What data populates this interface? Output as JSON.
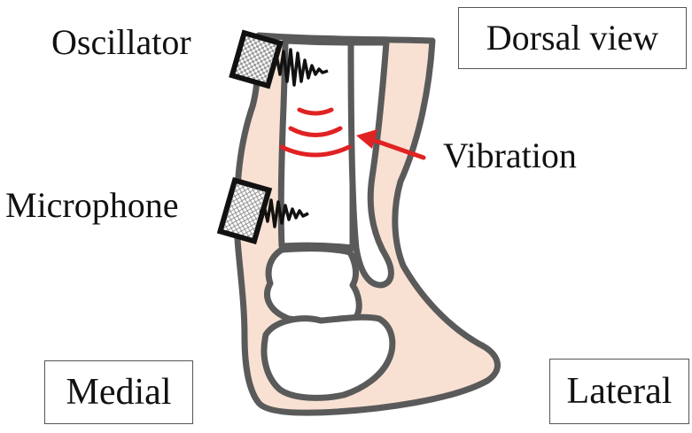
{
  "labels": {
    "oscillator": "Oscillator",
    "microphone": "Microphone",
    "vibration": "Vibration",
    "dorsal_view": "Dorsal view",
    "medial": "Medial",
    "lateral": "Lateral"
  },
  "colors": {
    "skin": "#f8e1d3",
    "bone_outline": "#5a5a5a",
    "vibration": "#e12222",
    "sensor_frame": "#111111"
  },
  "icons": {
    "oscillator": "oscillator-sensor-icon",
    "microphone": "microphone-sensor-icon",
    "waves": "vibration-waves-icon",
    "arrow": "arrow-icon"
  }
}
